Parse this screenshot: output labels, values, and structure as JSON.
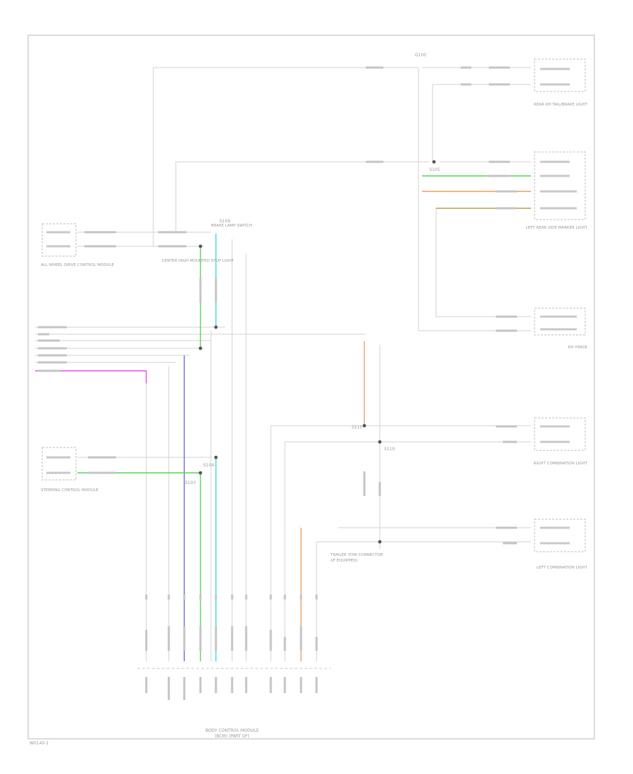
{
  "footer": {
    "code": "W0140-1"
  },
  "nodes": {
    "g100": "G100",
    "s105": "S105",
    "s109": "S109",
    "s115": "S115",
    "s110": "S110",
    "s104": "S104",
    "s103": "S103"
  },
  "components": {
    "rr_lamp": "REAR RH TAIL/BRAKE LIGHT",
    "lr_lamp": "LEFT REAR SIDE MARKER LIGHT",
    "rh_hinge": "RH HINGE",
    "all_wheel": "ALL WHEEL DRIVE CONTROL MODULE",
    "steering_module": "STEERING CONTROL MODULE",
    "chmsl": "CENTER HIGH MOUNTED STOP LIGHT",
    "brake_switch": "BRAKE LAMP SWITCH",
    "body_ctrl": "BODY CONTROL MODULE",
    "body_ctrl_sub": "(BCM) (PART OF)",
    "trailer_tow": "TRAILER TOW CONNECTOR",
    "trailer_tow_sub": "(IF EQUIPPED)",
    "rh_combo": "RIGHT COMBINATION LIGHT",
    "lh_combo": "LEFT COMBINATION LIGHT"
  }
}
